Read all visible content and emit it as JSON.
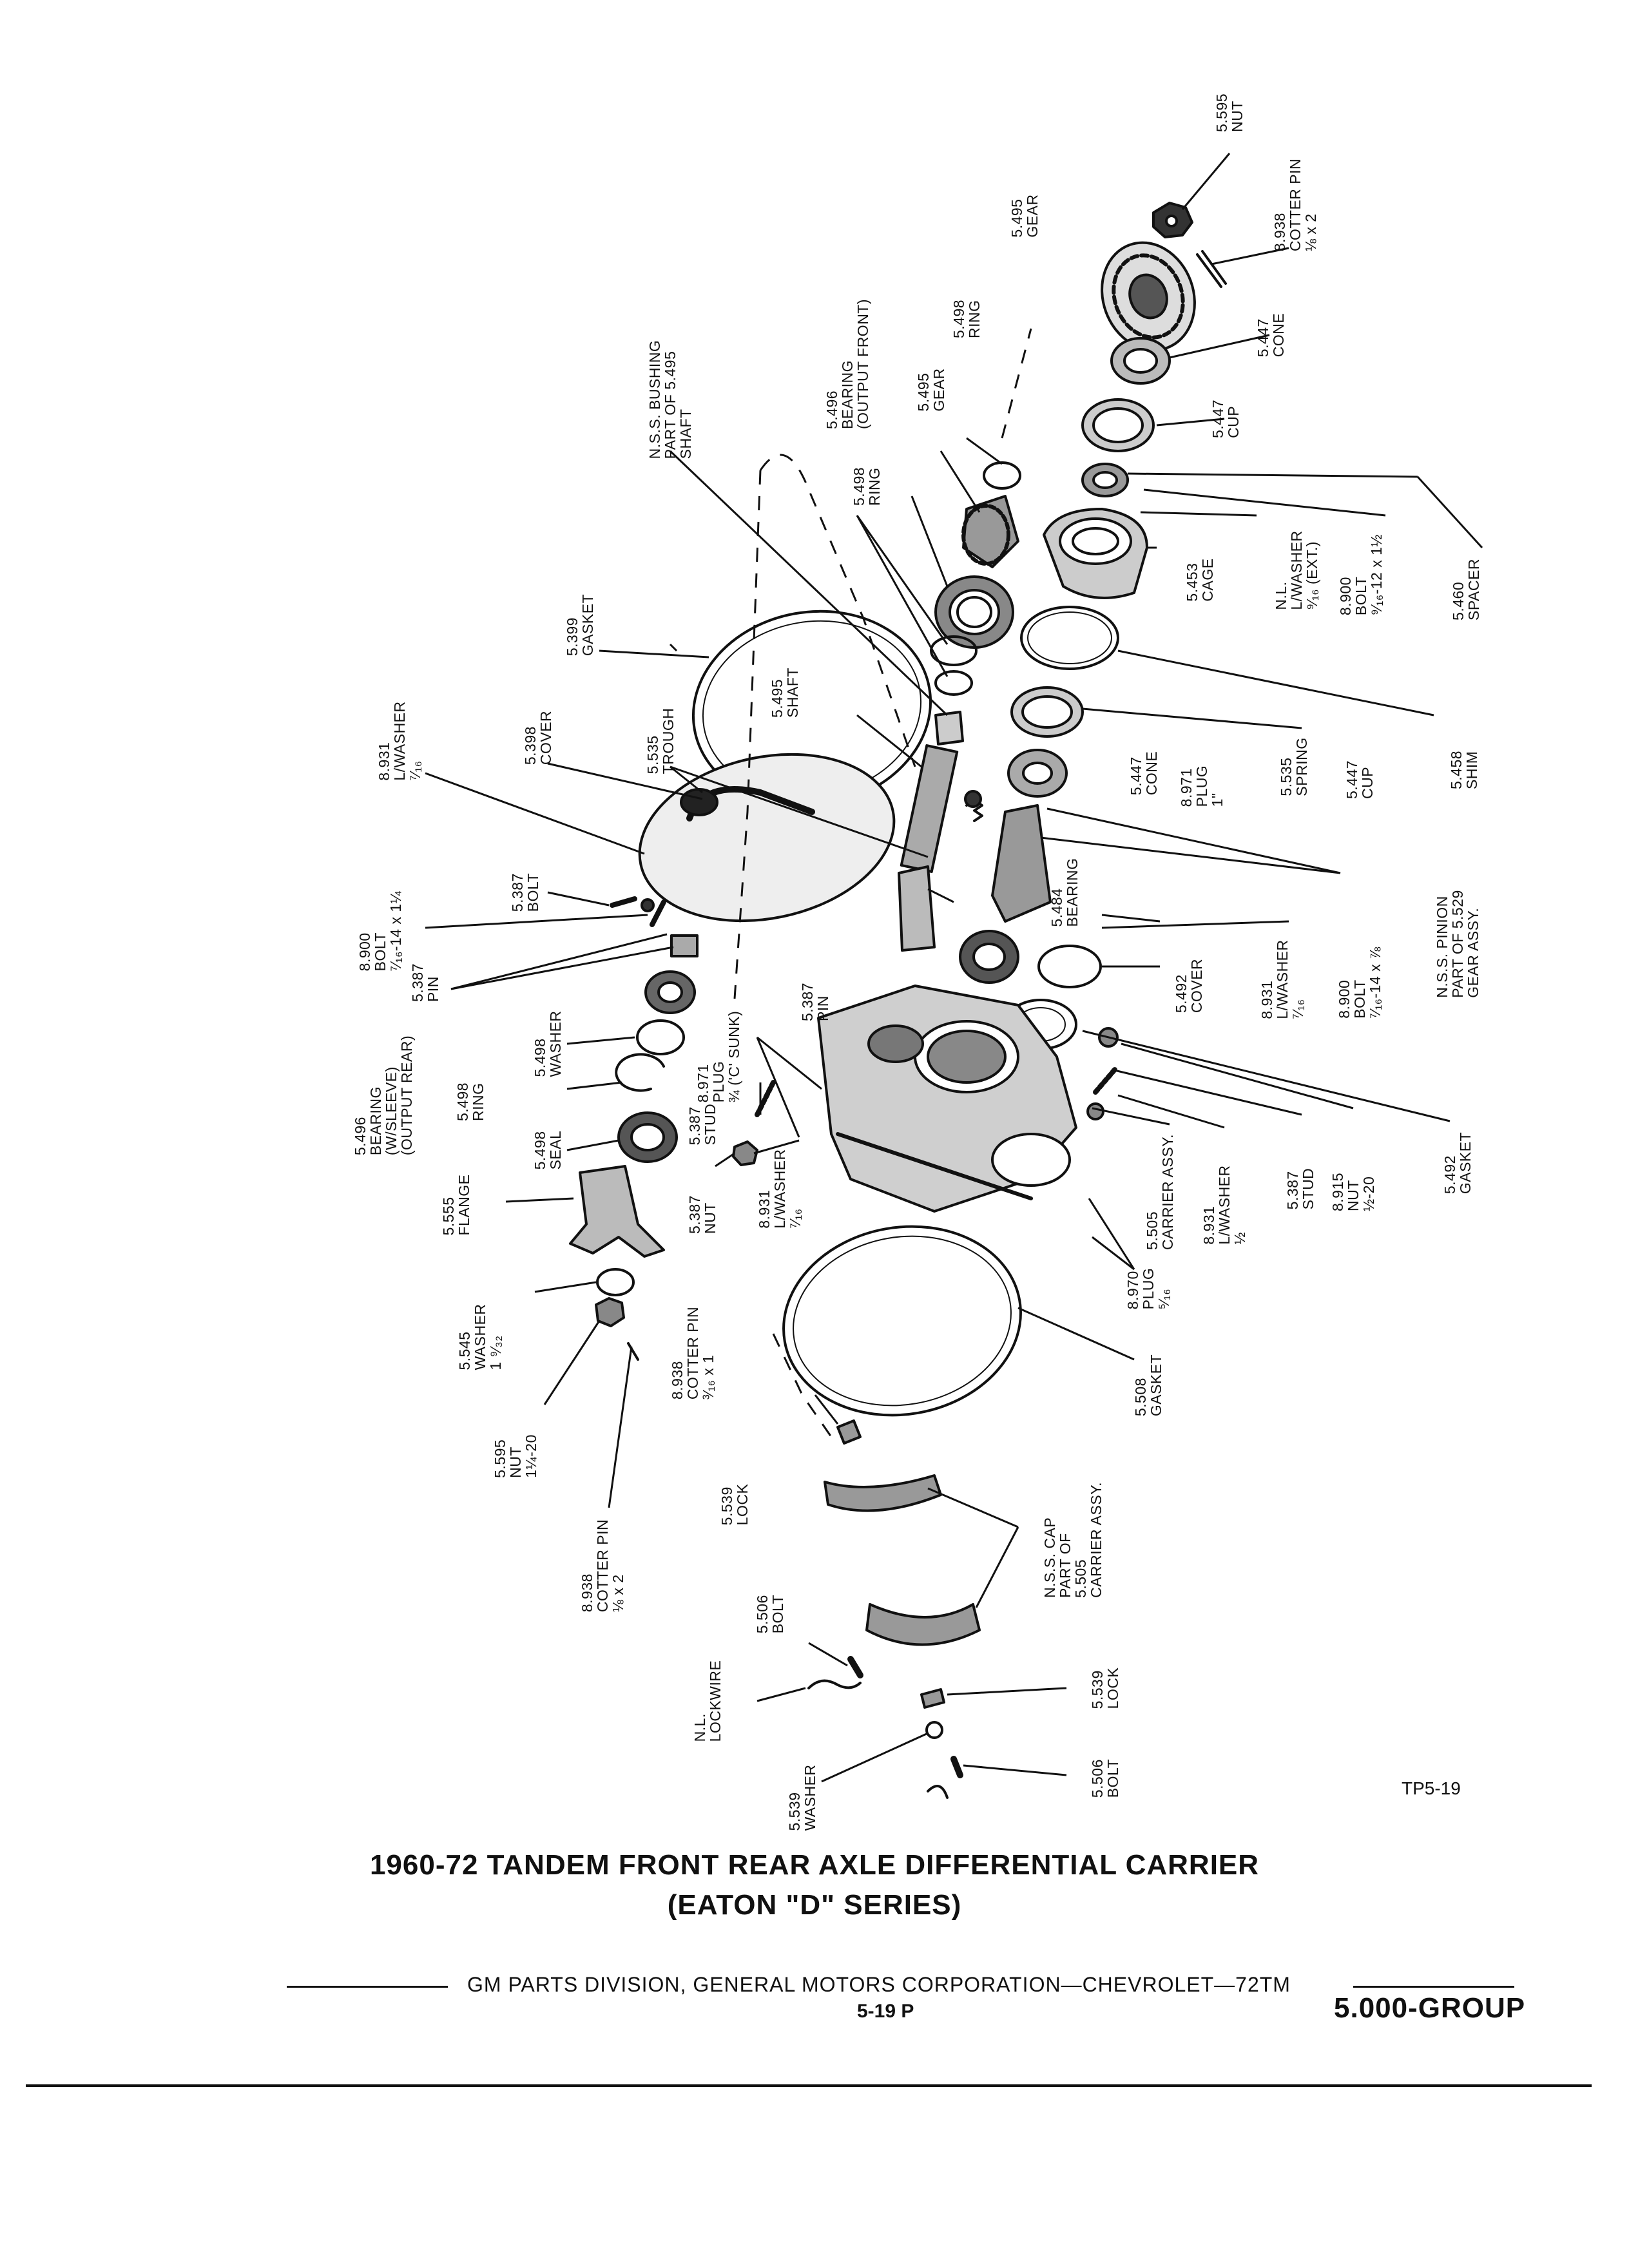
{
  "figure_id": "TP5-19",
  "title_line1": "1960-72 TANDEM FRONT REAR AXLE DIFFERENTIAL CARRIER",
  "title_line2": "(EATON \"D\" SERIES)",
  "footer": "GM PARTS DIVISION, GENERAL MOTORS CORPORATION—CHEVROLET—72TM",
  "page_number": "5-19 P",
  "group": "5.000-GROUP",
  "labels": [
    {
      "id": "nut-5595-top",
      "lines": [
        "5.595",
        "NUT"
      ]
    },
    {
      "id": "cotter-8938-top",
      "lines": [
        "8.938",
        "COTTER PIN",
        "⅛ x 2"
      ]
    },
    {
      "id": "gear-5495-top",
      "lines": [
        "5.495",
        "GEAR"
      ]
    },
    {
      "id": "ring-5498-top",
      "lines": [
        "5.498",
        "RING"
      ]
    },
    {
      "id": "bearing-5496-front",
      "lines": [
        "5.496",
        "BEARING",
        "(OUTPUT FRONT)"
      ]
    },
    {
      "id": "gear-5495-mid",
      "lines": [
        "5.495",
        "GEAR"
      ]
    },
    {
      "id": "cone-5447-top",
      "lines": [
        "5.447",
        "CONE"
      ]
    },
    {
      "id": "cup-5447-top",
      "lines": [
        "5.447",
        "CUP"
      ]
    },
    {
      "id": "bushing-nss",
      "lines": [
        "N.S.S. BUSHING",
        "PART OF 5.495",
        "SHAFT"
      ]
    },
    {
      "id": "ring-5498-mid",
      "lines": [
        "5.498",
        "RING"
      ]
    },
    {
      "id": "cage-5453",
      "lines": [
        "5.453",
        "CAGE"
      ]
    },
    {
      "id": "lwasher-nl",
      "lines": [
        "N.L.",
        "L/WASHER",
        "⁹⁄₁₆ (EXT.)"
      ]
    },
    {
      "id": "bolt-8900-top",
      "lines": [
        "8.900",
        "BOLT",
        "⁹⁄₁₆-12 x 1½"
      ]
    },
    {
      "id": "spacer-5460",
      "lines": [
        "5.460",
        "SPACER"
      ]
    },
    {
      "id": "gasket-5399",
      "lines": [
        "5.399",
        "GASKET"
      ]
    },
    {
      "id": "shaft-5495",
      "lines": [
        "5.495",
        "SHAFT"
      ]
    },
    {
      "id": "trough-5535",
      "lines": [
        "5.535",
        "TROUGH"
      ]
    },
    {
      "id": "cover-5398",
      "lines": [
        "5.398",
        "COVER"
      ]
    },
    {
      "id": "lwasher-8931-left",
      "lines": [
        "8.931",
        "L/WASHER",
        "⁷⁄₁₆"
      ]
    },
    {
      "id": "cone-5447-mid",
      "lines": [
        "5.447",
        "CONE"
      ]
    },
    {
      "id": "plug-8971-mid",
      "lines": [
        "8.971",
        "PLUG",
        "1\""
      ]
    },
    {
      "id": "spring-5535",
      "lines": [
        "5.535",
        "SPRING"
      ]
    },
    {
      "id": "cup-5447-mid",
      "lines": [
        "5.447",
        "CUP"
      ]
    },
    {
      "id": "shim-5458",
      "lines": [
        "5.458",
        "SHIM"
      ]
    },
    {
      "id": "bolt-5387",
      "lines": [
        "5.387",
        "BOLT"
      ]
    },
    {
      "id": "bolt-8900-left",
      "lines": [
        "8.900",
        "BOLT",
        "⁷⁄₁₆-14 x 1¼"
      ]
    },
    {
      "id": "bearing-5484",
      "lines": [
        "5.484",
        "BEARING"
      ]
    },
    {
      "id": "pinion-nss",
      "lines": [
        "N.S.S. PINION",
        "PART OF 5.529",
        "GEAR ASSY."
      ]
    },
    {
      "id": "pin-5387-left",
      "lines": [
        "5.387",
        "PIN"
      ]
    },
    {
      "id": "pin-5387-mid",
      "lines": [
        "5.387",
        "PIN"
      ]
    },
    {
      "id": "plug-8971-left",
      "lines": [
        "8.971",
        "PLUG",
        "¾ ('C' SUNK)"
      ]
    },
    {
      "id": "cover-5492",
      "lines": [
        "5.492",
        "COVER"
      ]
    },
    {
      "id": "lwasher-8931-mid",
      "lines": [
        "8.931",
        "L/WASHER",
        "⁷⁄₁₆"
      ]
    },
    {
      "id": "bolt-8900-mid",
      "lines": [
        "8.900",
        "BOLT",
        "⁷⁄₁₆-14 x ⅞"
      ]
    },
    {
      "id": "washer-5498",
      "lines": [
        "5.498",
        "WASHER"
      ]
    },
    {
      "id": "bearing-5496-rear",
      "lines": [
        "5.496",
        "BEARING",
        "(W/SLEEVE)",
        "(OUTPUT REAR)"
      ]
    },
    {
      "id": "ring-5498-left",
      "lines": [
        "5.498",
        "RING"
      ]
    },
    {
      "id": "stud-5387-left",
      "lines": [
        "5.387",
        "STUD"
      ]
    },
    {
      "id": "seal-5498",
      "lines": [
        "5.498",
        "SEAL"
      ]
    },
    {
      "id": "lwasher-8931-low",
      "lines": [
        "8.931",
        "L/WASHER",
        "⁷⁄₁₆"
      ]
    },
    {
      "id": "carrier-5505",
      "lines": [
        "5.505",
        "CARRIER ASSY."
      ]
    },
    {
      "id": "lwasher-8931-right",
      "lines": [
        "8.931",
        "L/WASHER",
        "½"
      ]
    },
    {
      "id": "stud-5387-right",
      "lines": [
        "5.387",
        "STUD"
      ]
    },
    {
      "id": "nut-8915",
      "lines": [
        "8.915",
        "NUT",
        "½-20"
      ]
    },
    {
      "id": "gasket-5492",
      "lines": [
        "5.492",
        "GASKET"
      ]
    },
    {
      "id": "flange-5555",
      "lines": [
        "5.555",
        "FLANGE"
      ]
    },
    {
      "id": "nut-5387",
      "lines": [
        "5.387",
        "NUT"
      ]
    },
    {
      "id": "plug-8970",
      "lines": [
        "8.970",
        "PLUG",
        "⁵⁄₁₆"
      ]
    },
    {
      "id": "washer-5545",
      "lines": [
        "5.545",
        "WASHER",
        "1 ⁹⁄₃₂"
      ]
    },
    {
      "id": "cotter-8938-mid",
      "lines": [
        "8.938",
        "COTTER PIN",
        "³⁄₁₆ x 1"
      ]
    },
    {
      "id": "gasket-5508",
      "lines": [
        "5.508",
        "GASKET"
      ]
    },
    {
      "id": "nut-5595-low",
      "lines": [
        "5.595",
        "NUT",
        "1¼-20"
      ]
    },
    {
      "id": "lock-5539-left",
      "lines": [
        "5.539",
        "LOCK"
      ]
    },
    {
      "id": "cap-nss",
      "lines": [
        "N.S.S. CAP",
        "PART OF",
        "5.505",
        "CARRIER ASSY."
      ]
    },
    {
      "id": "cotter-8938-low",
      "lines": [
        "8.938",
        "COTTER PIN",
        "⅛ x 2"
      ]
    },
    {
      "id": "bolt-5506-left",
      "lines": [
        "5.506",
        "BOLT"
      ]
    },
    {
      "id": "lockwire-nl",
      "lines": [
        "N.L.",
        "LOCKWIRE"
      ]
    },
    {
      "id": "lock-5539-right",
      "lines": [
        "5.539",
        "LOCK"
      ]
    },
    {
      "id": "washer-5539",
      "lines": [
        "5.539",
        "WASHER"
      ]
    },
    {
      "id": "bolt-5506-right",
      "lines": [
        "5.506",
        "BOLT"
      ]
    }
  ]
}
